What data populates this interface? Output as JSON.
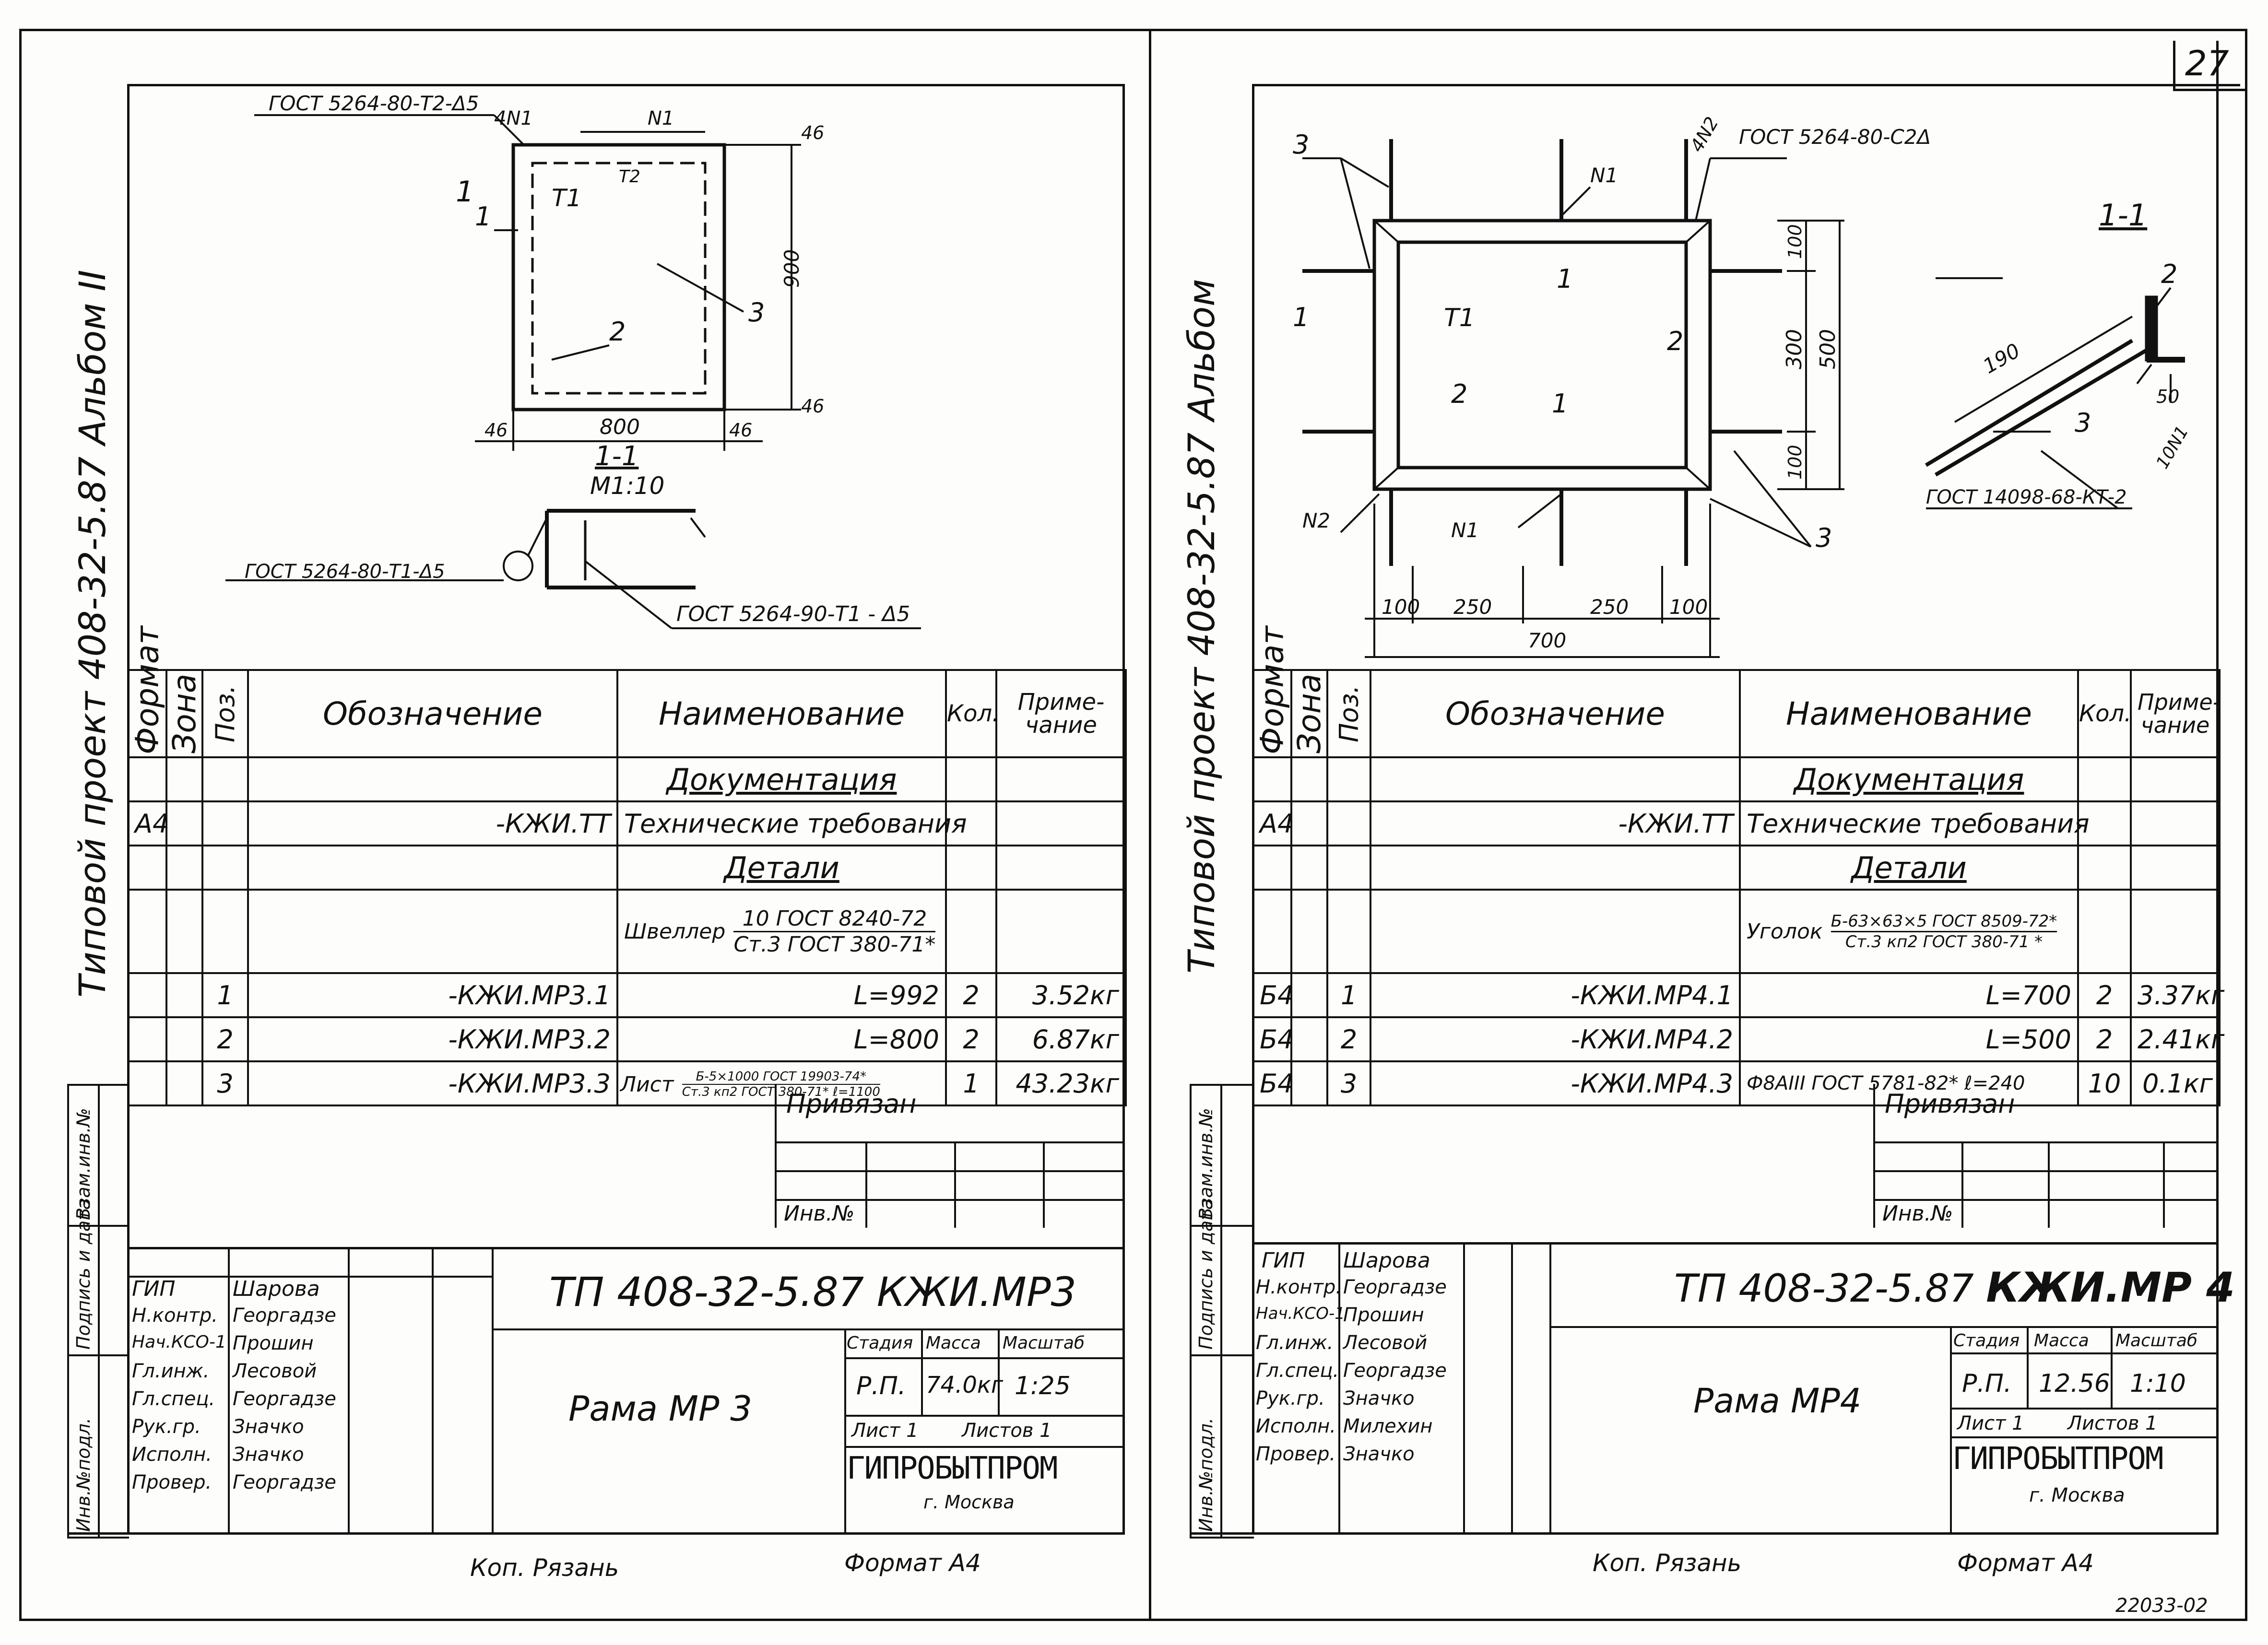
{
  "page_number": "27",
  "corner_code": "22033-02",
  "left": {
    "side_title": "Типовой проект 408-32-5.87 Альбом II",
    "drawing": {
      "gost_weld_top": "ГОСТ 5264-80-Т2-Δ5",
      "mark_n1_top": "4N1",
      "mark_n1": "N1",
      "sec_mark": "1",
      "T1": "Т1",
      "T2": "Т2",
      "pos1": "1",
      "pos2": "2",
      "pos3": "3",
      "dim_900": "900",
      "dim_46": "46",
      "dim_800": "800",
      "section_title": "1-1",
      "section_scale": "М1:10",
      "gost_weld_a": "ГОСТ 5264-80-Т1-Δ5",
      "gost_weld_b": "ГОСТ 5264-90-Т1 - Δ5"
    },
    "table": {
      "headers": [
        "Формат",
        "Зона",
        "Поз.",
        "Обозначение",
        "Наименование",
        "Кол.",
        "Приме-чание"
      ],
      "sec_docs": "Документация",
      "row_docs": {
        "fmt": "А4",
        "code": "-КЖИ.ТТ",
        "name": "Технические требования"
      },
      "sec_parts": "Детали",
      "material_name": "Швеллер",
      "material_top": "10 ГОСТ 8240-72",
      "material_bot": "Ст.3 ГОСТ 380-71*",
      "rows": [
        {
          "pos": "1",
          "code": "-КЖИ.МР3.1",
          "name": "L=992",
          "qty": "2",
          "note": "3.52кг"
        },
        {
          "pos": "2",
          "code": "-КЖИ.МР3.2",
          "name": "L=800",
          "qty": "2",
          "note": "6.87кг"
        },
        {
          "pos": "3",
          "code": "-КЖИ.МР3.3",
          "name": "Лист",
          "name_top": "Б-5×1000 ГОСТ 19903-74*",
          "name_bot": "Ст.3 кп2 ГОСТ 380-71* ℓ=1100",
          "qty": "1",
          "note": "43.23кг"
        }
      ]
    },
    "privyazan": "Привязан",
    "inv_no": "Инв.№",
    "margin_labels": [
      "Инв.№подл.",
      "Подпись и дата",
      "Взам.инв.№"
    ],
    "stamp": {
      "code": "ТП  408-32-5.87  КЖИ.МР3",
      "title": "Рама МР 3",
      "people": [
        [
          "ГИП",
          "Шарова"
        ],
        [
          "Н.контр.",
          "Георгадзе"
        ],
        [
          "Нач.КСО-1",
          "Прошин"
        ],
        [
          "Гл.инж.",
          "Лесовой"
        ],
        [
          "Гл.спец.",
          "Георгадзе"
        ],
        [
          "Рук.гр.",
          "Значко"
        ],
        [
          "Исполн.",
          "Значко"
        ],
        [
          "Провер.",
          "Георгадзе"
        ]
      ],
      "stage_head": "Стадия",
      "mass_head": "Масса",
      "scale_head": "Масштаб",
      "stage": "Р.П.",
      "mass": "74.0кг",
      "scale": "1:25",
      "sheet": "Лист 1",
      "sheets": "Листов 1",
      "org": "ГИПРОБЫТПРОМ",
      "city": "г. Москва"
    },
    "footer_copy": "Коп. Рязань",
    "footer_format": "Формат А4"
  },
  "right": {
    "side_title": "Типовой проект 408-32-5.87 Альбом",
    "drawing": {
      "gost_weld": "ГОСТ 5264-80-С2Δ",
      "mark_4n2": "4N2",
      "mark_n1": "N1",
      "mark_n2": "N2",
      "mark_n1b": "N1",
      "pos1": "1",
      "pos2": "2",
      "pos3": "3",
      "T1": "Т1",
      "dim_100a": "100",
      "dim_300": "300",
      "dim_500": "500",
      "dim_100b": "100",
      "dim_100c": "100",
      "dim_250a": "250",
      "dim_250b": "250",
      "dim_100d": "100",
      "dim_700": "700",
      "section_title": "1-1",
      "sec_190": "190",
      "sec_50": "50",
      "sec_10n1": "10N1",
      "sec_gost": "ГОСТ 14098-68-КТ-2"
    },
    "table": {
      "headers": [
        "Формат",
        "Зона",
        "Поз.",
        "Обозначение",
        "Наименование",
        "Кол.",
        "Приме-чание"
      ],
      "sec_docs": "Документация",
      "row_docs": {
        "fmt": "А4",
        "code": "-КЖИ.ТТ",
        "name": "Технические требования"
      },
      "sec_parts": "Детали",
      "material_name": "Уголок",
      "material_top": "Б-63×63×5 ГОСТ 8509-72*",
      "material_bot": "Ст.3 кп2 ГОСТ 380-71 *",
      "rows": [
        {
          "fmt": "Б4",
          "pos": "1",
          "code": "-КЖИ.МР4.1",
          "name": "L=700",
          "qty": "2",
          "note": "3.37кг"
        },
        {
          "fmt": "Б4",
          "pos": "2",
          "code": "-КЖИ.МР4.2",
          "name": "L=500",
          "qty": "2",
          "note": "2.41кг"
        },
        {
          "fmt": "Б4",
          "pos": "3",
          "code": "-КЖИ.МР4.3",
          "name": "Ф8АIII ГОСТ 5781-82* ℓ=240",
          "qty": "10",
          "note": "0.1кг"
        }
      ]
    },
    "privyazan": "Привязан",
    "inv_no": "Инв.№",
    "margin_labels": [
      "Инв.№подл.",
      "Подпись и дата",
      "Взам.инв.№"
    ],
    "stamp": {
      "code_prefix": "ТП  408-32-5.87",
      "code_bold": "КЖИ.МР 4",
      "title": "Рама МР4",
      "people": [
        [
          "ГИП",
          "Шарова"
        ],
        [
          "Н.контр.",
          "Георгадзе"
        ],
        [
          "Нач.КСО-1",
          "Прошин"
        ],
        [
          "Гл.инж.",
          "Лесовой"
        ],
        [
          "Гл.спец.",
          "Георгадзе"
        ],
        [
          "Рук.гр.",
          "Значко"
        ],
        [
          "Исполн.",
          "Милехин"
        ],
        [
          "Провер.",
          "Значко"
        ]
      ],
      "stage_head": "Стадия",
      "mass_head": "Масса",
      "scale_head": "Масштаб",
      "stage": "Р.П.",
      "mass": "12.56",
      "scale": "1:10",
      "sheet": "Лист 1",
      "sheets": "Листов 1",
      "org": "ГИПРОБЫТПРОМ",
      "city": "г. Москва"
    },
    "footer_copy": "Коп. Рязань",
    "footer_format": "Формат А4"
  }
}
